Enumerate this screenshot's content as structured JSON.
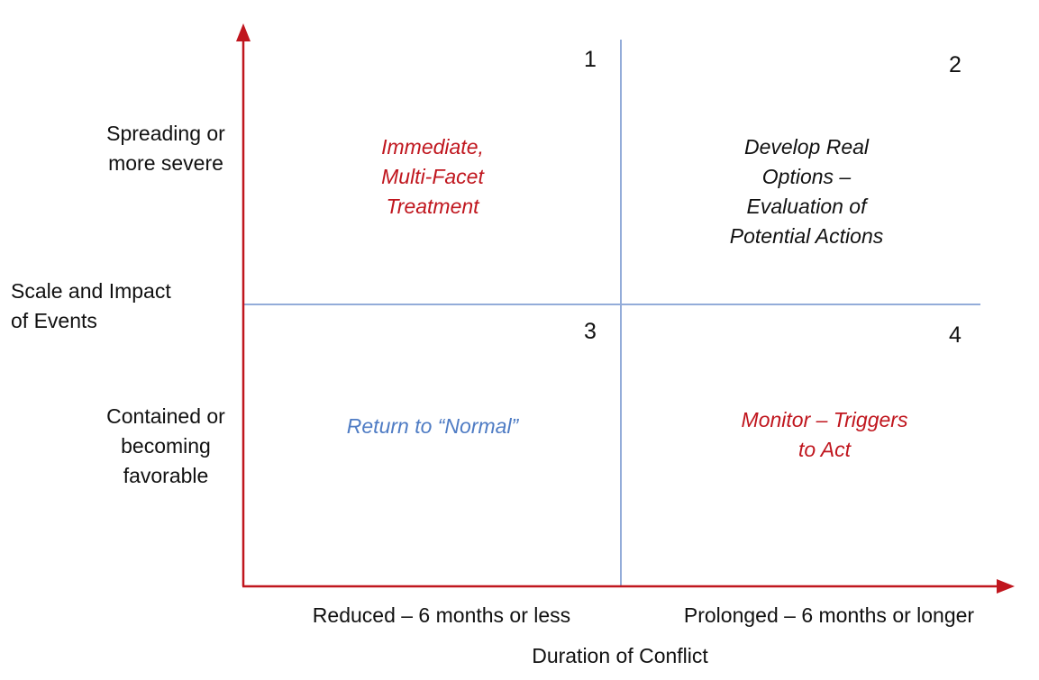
{
  "axes": {
    "y_title": "Scale and Impact\nof Events",
    "y_high_label": "Spreading or\nmore severe",
    "y_low_label": "Contained or\nbecoming\nfavorable",
    "x_title": "Duration of Conflict",
    "x_left_label": "Reduced – 6 months or less",
    "x_right_label": "Prolonged – 6 months or longer"
  },
  "quadrants": [
    {
      "number": "1",
      "text": "Immediate,\nMulti-Facet\nTreatment",
      "color": "#c0161e"
    },
    {
      "number": "2",
      "text": "Develop Real\nOptions –\nEvaluation of\nPotential Actions",
      "color": "#111111"
    },
    {
      "number": "3",
      "text": "Return to “Normal”",
      "color": "#4f7cc4"
    },
    {
      "number": "4",
      "text": "Monitor – Triggers\nto Act",
      "color": "#c0161e"
    }
  ],
  "colors": {
    "axis": "#c0161e",
    "divider": "#93acd9"
  }
}
